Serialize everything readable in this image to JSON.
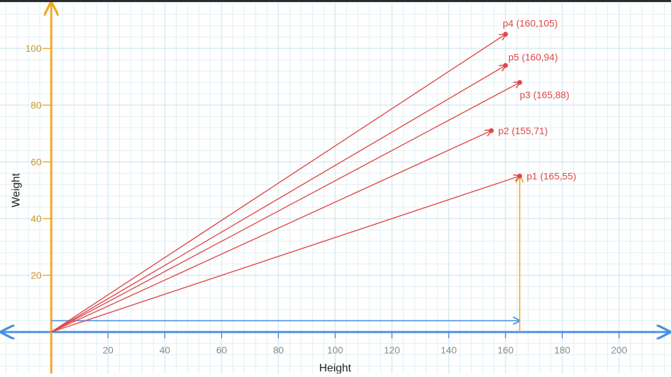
{
  "chart_data": {
    "type": "scatter",
    "xlabel": "Height",
    "ylabel": "Weight",
    "xlim": [
      -18,
      218
    ],
    "ylim": [
      -14,
      116
    ],
    "x_ticks": [
      20,
      40,
      60,
      80,
      100,
      120,
      140,
      160,
      180,
      200
    ],
    "y_ticks": [
      20,
      40,
      60,
      80,
      100
    ],
    "grid": true,
    "points": [
      {
        "label": "p1 (165,55)",
        "x": 165,
        "y": 55
      },
      {
        "label": "p2 (155,71)",
        "x": 155,
        "y": 71
      },
      {
        "label": "p3 (165,88)",
        "x": 165,
        "y": 88
      },
      {
        "label": "p4 (160,105)",
        "x": 160,
        "y": 105
      },
      {
        "label": "p5 (160,94)",
        "x": 160,
        "y": 94
      }
    ],
    "projections": [
      {
        "from": [
          0,
          4
        ],
        "to": [
          165,
          4
        ],
        "color": "#4a90e2"
      },
      {
        "from": [
          165,
          0
        ],
        "to": [
          165,
          55
        ],
        "color": "#f5a623"
      }
    ]
  },
  "colors": {
    "vector": "#e04848",
    "x_axis": "#4a90e2",
    "y_axis": "#f5a623",
    "grid_minor": "#dff0f3",
    "grid_major": "#c5e1e8"
  }
}
